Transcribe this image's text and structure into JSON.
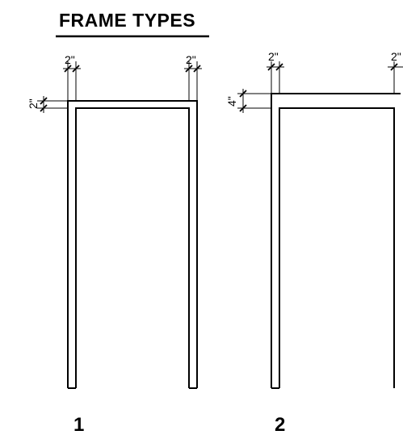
{
  "title": "FRAME TYPES",
  "frames": [
    {
      "number": "1",
      "jamb_left_dim": "2\"",
      "jamb_right_dim": "2\"",
      "head_dim": "2\""
    },
    {
      "number": "2",
      "jamb_left_dim": "2\"",
      "jamb_right_dim": "2\"",
      "head_dim": "4\""
    }
  ],
  "colors": {
    "line": "#000000",
    "background": "#ffffff"
  }
}
